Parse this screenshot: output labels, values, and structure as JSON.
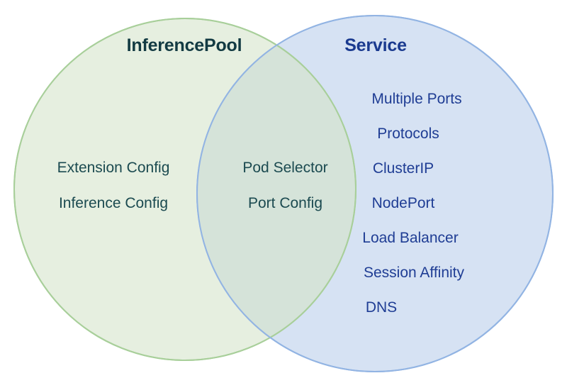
{
  "diagram": {
    "type": "venn",
    "kind": "two-set-venn-diagram",
    "background_color": "#ffffff",
    "left_set": {
      "title": "InferencePool",
      "title_color": "#123a42",
      "fill_color": "#e6efe0",
      "stroke_color": "#a8cf9a",
      "text_color": "#1b4a50",
      "items": [
        "Extension Config",
        "Inference Config"
      ]
    },
    "intersection": {
      "fill_color": "#d5e3d9",
      "text_color": "#1b4a50",
      "items": [
        "Pod Selector",
        "Port Config"
      ]
    },
    "right_set": {
      "title": "Service",
      "title_color": "#1a3a8f",
      "fill_color": "#d6e2f3",
      "stroke_color": "#92b4e3",
      "text_color": "#1f3d94",
      "items": [
        "Multiple Ports",
        "Protocols",
        "ClusterIP",
        "NodePort",
        "Load Balancer",
        "Session Affinity",
        "DNS"
      ]
    }
  }
}
